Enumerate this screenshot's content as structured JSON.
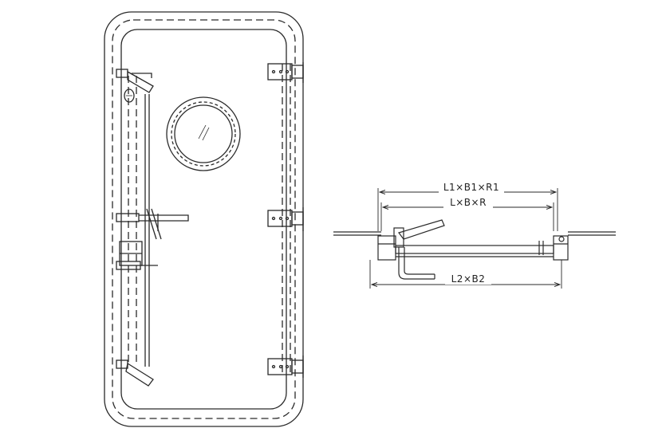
{
  "dimensions": {
    "outer_opening": "L1×B1×R1",
    "clear_opening": "L×B×R",
    "frame_size": "L2×B2"
  },
  "colors": {
    "line": "#2a2a2a",
    "background": "#ffffff"
  }
}
